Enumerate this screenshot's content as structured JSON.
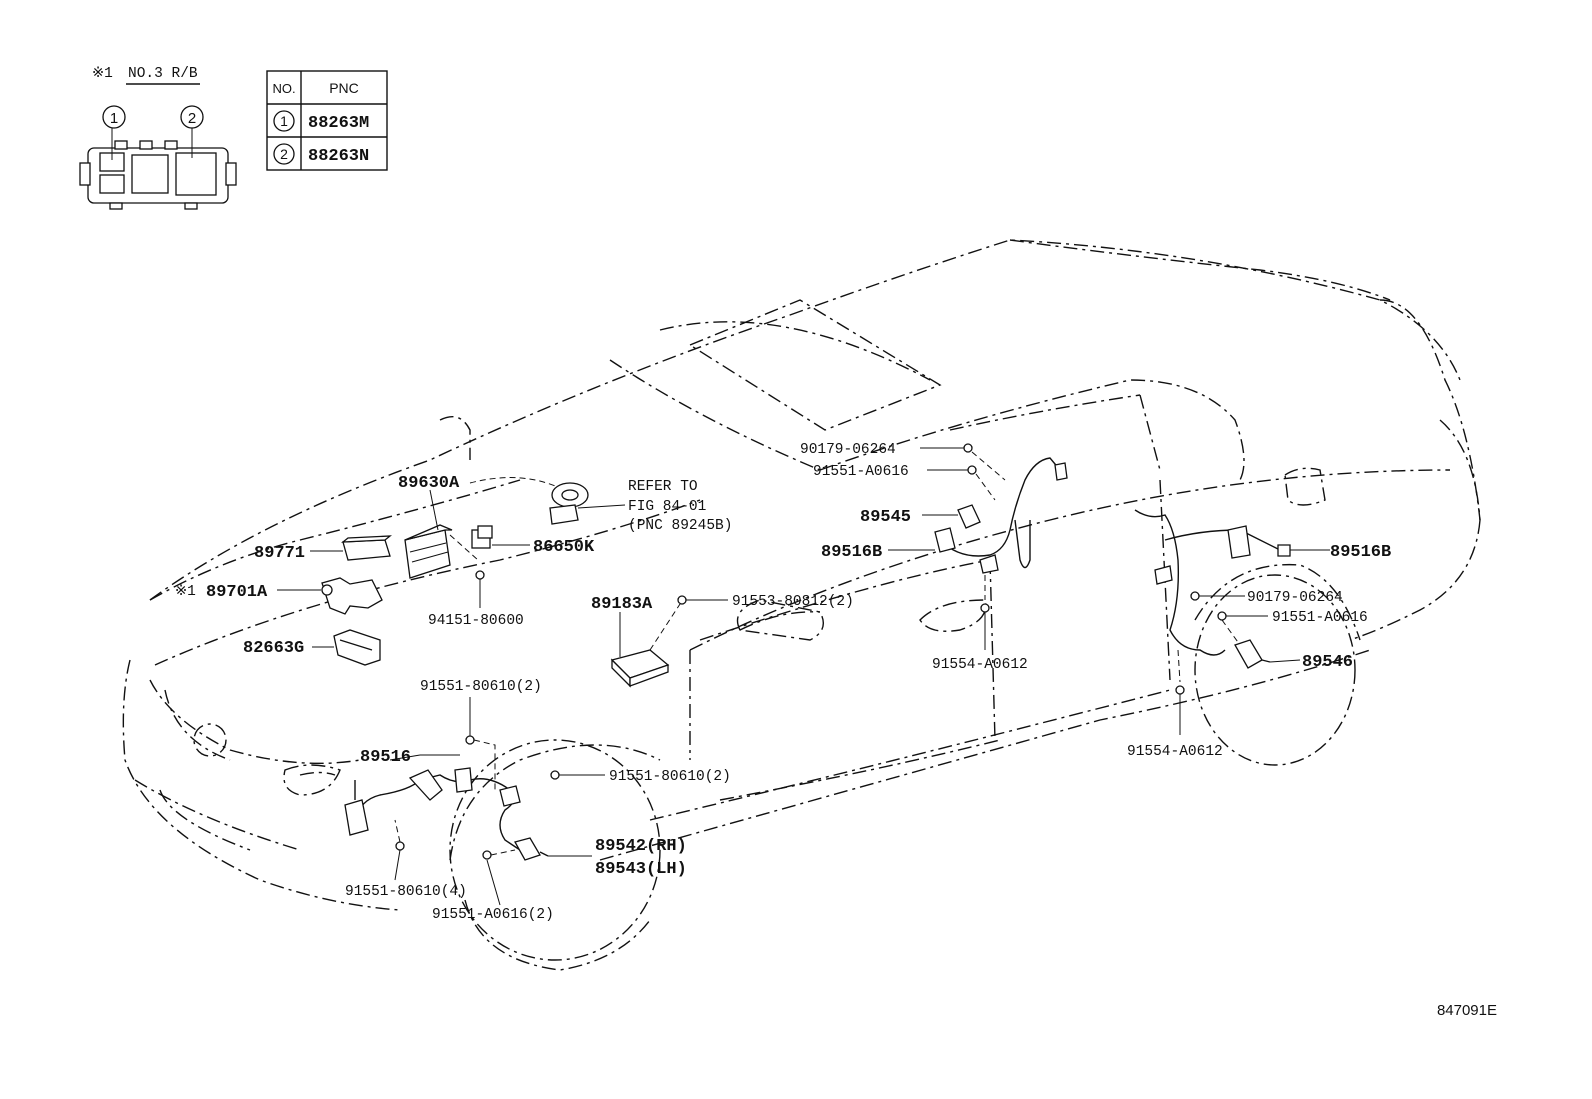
{
  "relay_block": {
    "note_mark": "※1",
    "note_text": "NO.3 R/B",
    "callout_1": "1",
    "callout_2": "2"
  },
  "pnc_table": {
    "header_no": "NO.",
    "header_pnc": "PNC",
    "rows": [
      {
        "no": "1",
        "pnc": "88263M"
      },
      {
        "no": "2",
        "pnc": "88263N"
      }
    ]
  },
  "labels": {
    "p89630A": "89630A",
    "p89771": "89771",
    "mark_89701A": "※1",
    "p89701A": "89701A",
    "p82663G": "82663G",
    "p86650K": "86650K",
    "p94151": "94151-80600",
    "refer_1": "REFER TO",
    "refer_2": "FIG 84-01",
    "refer_3": "(PNC 89245B)",
    "p89183A": "89183A",
    "p91553": "91553-80812(2)",
    "p90179_a": "90179-06264",
    "p91551_A0616_a": "91551-A0616",
    "p89545": "89545",
    "p89516B_a": "89516B",
    "p89516B_b": "89516B",
    "p90179_b": "90179-06264",
    "p91551_A0616_b": "91551-A0616",
    "p89546": "89546",
    "p91554_a": "91554-A0612",
    "p91554_b": "91554-A0612",
    "p91551_80610_top": "91551-80610(2)",
    "p89516": "89516",
    "p91551_80610_mid": "91551-80610(2)",
    "p89542": "89542(RH)",
    "p89543": "89543(LH)",
    "p91551_80610_4": "91551-80610(4)",
    "p91551_A0616_2": "91551-A0616(2)",
    "figure_code": "847091E"
  }
}
